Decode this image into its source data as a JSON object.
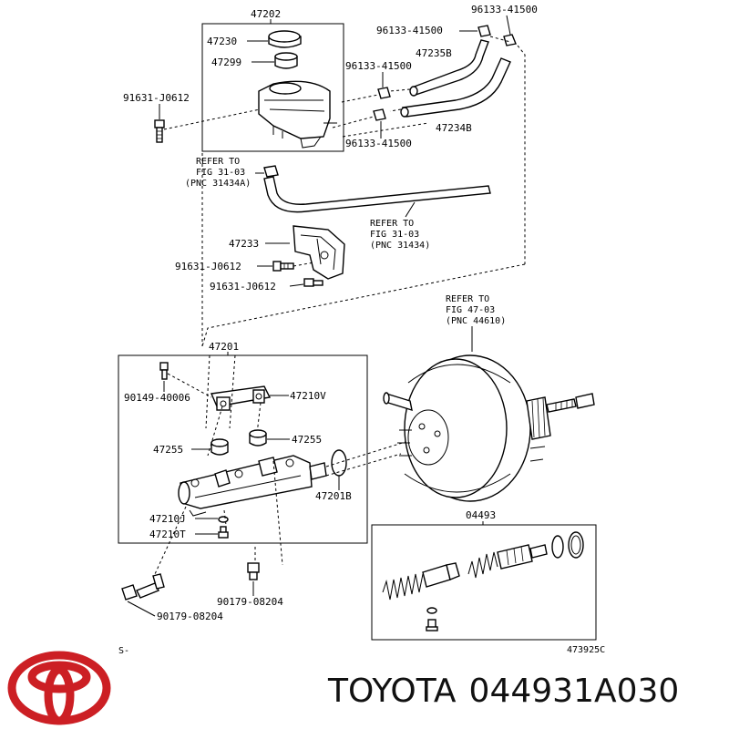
{
  "diagram": {
    "labels": {
      "p47202": "47202",
      "p47230": "47230",
      "p47299": "47299",
      "p96133_a": "96133-41500",
      "p96133_b": "96133-41500",
      "p96133_c": "96133-41500",
      "p96133_d": "96133-41500",
      "p47235B": "47235B",
      "p47234B": "47234B",
      "p91631_a": "91631-J0612",
      "p91631_b": "91631-J0612",
      "p91631_c": "91631-J0612",
      "refer1": [
        "REFER TO",
        "FIG 31-03",
        "(PNC 31434A)"
      ],
      "refer2": [
        "REFER TO",
        "FIG 31-03",
        "(PNC 31434)"
      ],
      "refer3": [
        "REFER TO",
        "FIG 47-03",
        "(PNC 44610)"
      ],
      "p47233": "47233",
      "p47201": "47201",
      "p90149": "90149-40006",
      "p47210V": "47210V",
      "p47255_a": "47255",
      "p47255_b": "47255",
      "p47201B": "47201B",
      "p47210J": "47210J",
      "p47210T": "47210T",
      "p04493": "04493",
      "p90179_a": "90179-08204",
      "p90179_b": "90179-08204",
      "s_mark": "S-",
      "fig_code": "473925C"
    }
  },
  "brand": {
    "name": "TOYOTA",
    "part_number": "044931A030",
    "logo_icon": "toyota-logo-icon",
    "logo_color": "#cc1f24"
  }
}
